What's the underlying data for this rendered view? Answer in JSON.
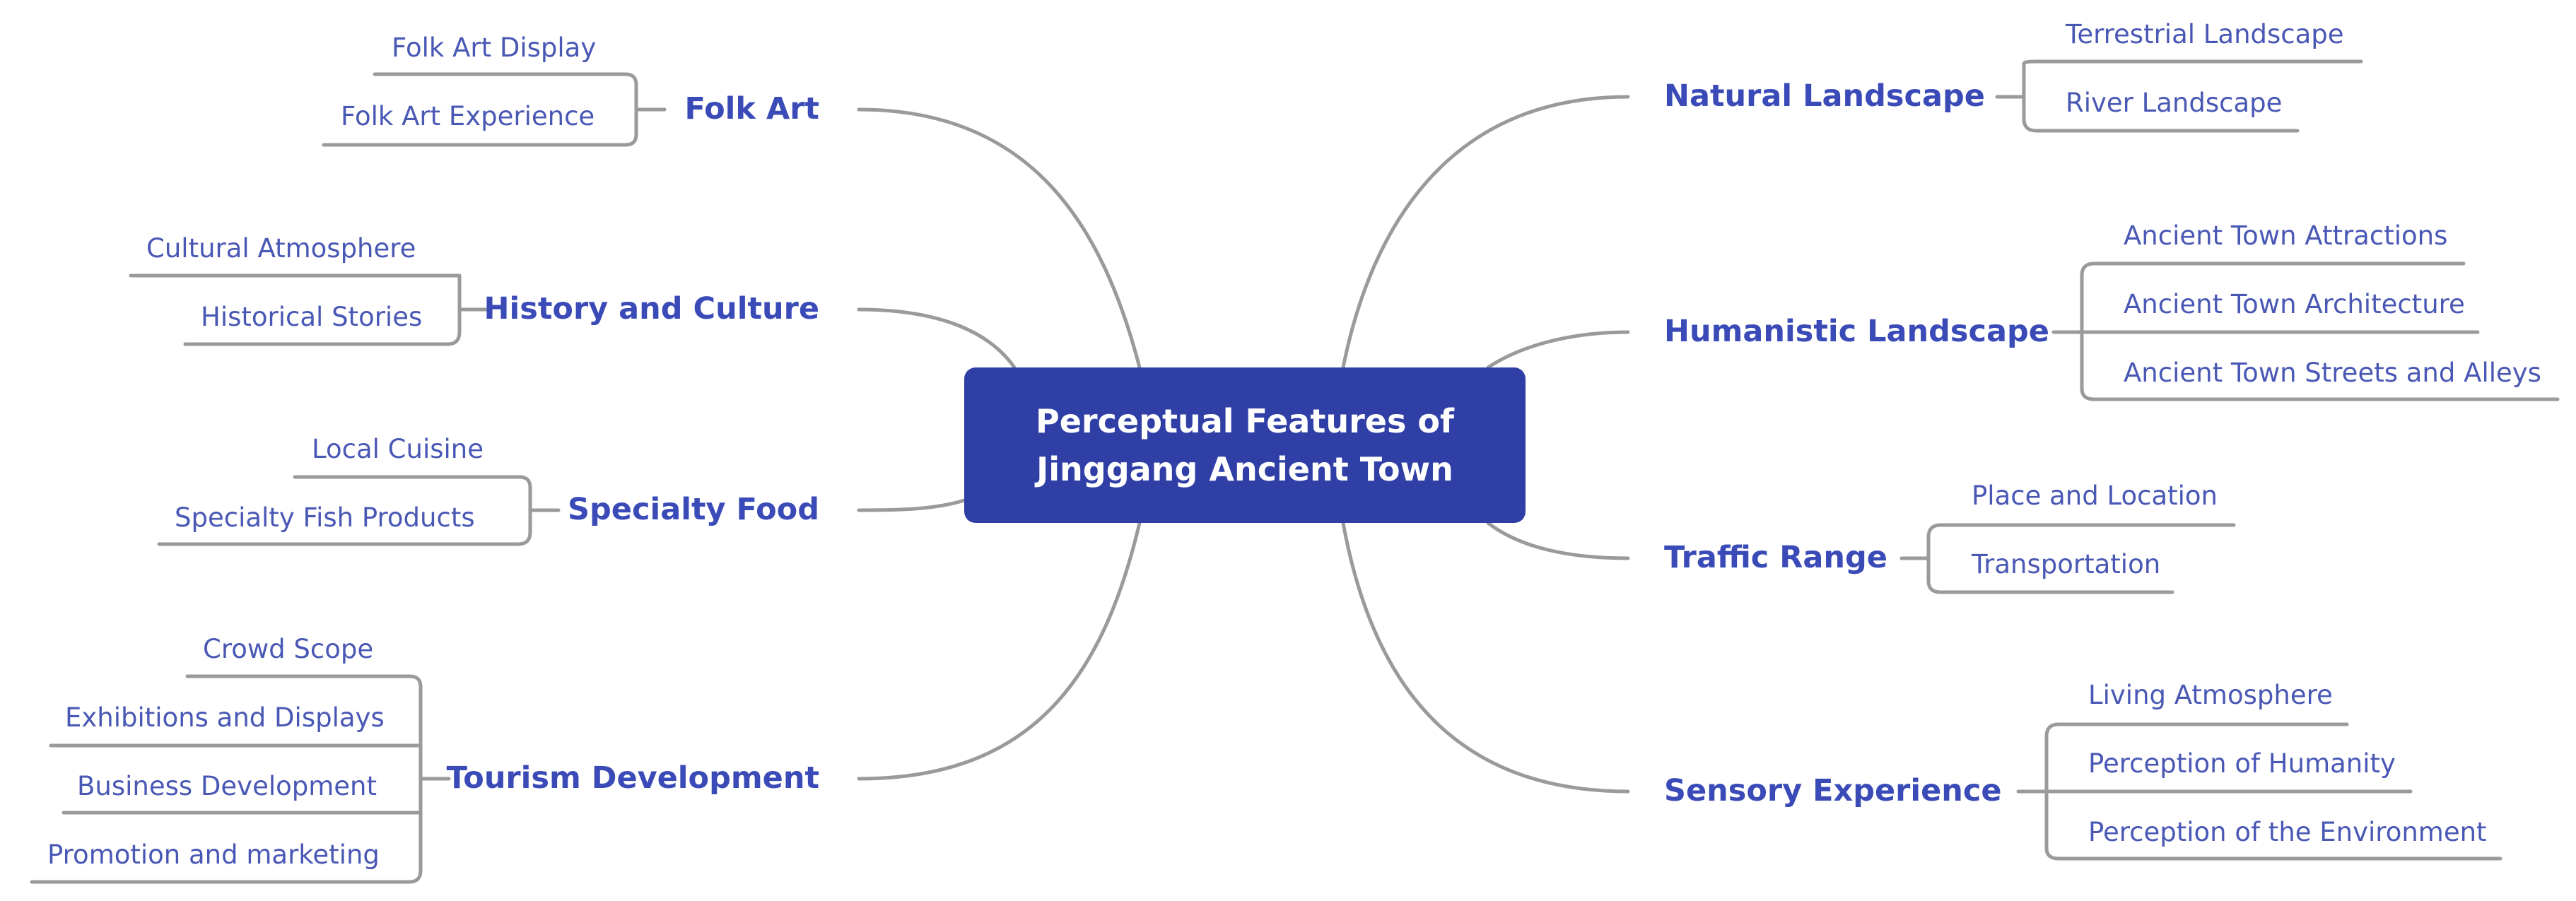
{
  "center": {
    "line1": "Perceptual Features of",
    "line2": "Jinggang Ancient Town"
  },
  "colors": {
    "center_fill": "#2f3fa6",
    "branch_text": "#3a4bb8",
    "leaf_text": "#4a58b5",
    "connector": "#9a9a9a"
  },
  "left_branches": [
    {
      "label": "Folk Art",
      "items": [
        "Folk Art Display",
        "Folk Art Experience"
      ]
    },
    {
      "label": "History and Culture",
      "items": [
        "Cultural Atmosphere",
        "Historical Stories"
      ]
    },
    {
      "label": "Specialty Food",
      "items": [
        "Local Cuisine",
        "Specialty Fish Products"
      ]
    },
    {
      "label": "Tourism Development",
      "items": [
        "Crowd Scope",
        "Exhibitions and Displays",
        "Business Development",
        "Promotion and marketing"
      ]
    }
  ],
  "right_branches": [
    {
      "label": "Natural Landscape",
      "items": [
        "Terrestrial Landscape",
        "River Landscape"
      ]
    },
    {
      "label": "Humanistic Landscape",
      "items": [
        "Ancient Town Attractions",
        "Ancient Town Architecture",
        "Ancient Town Streets and Alleys"
      ]
    },
    {
      "label": "Traffic Range",
      "items": [
        "Place and Location",
        "Transportation"
      ]
    },
    {
      "label": "Sensory Experience",
      "items": [
        "Living Atmosphere",
        "Perception of Humanity",
        "Perception of the Environment"
      ]
    }
  ]
}
